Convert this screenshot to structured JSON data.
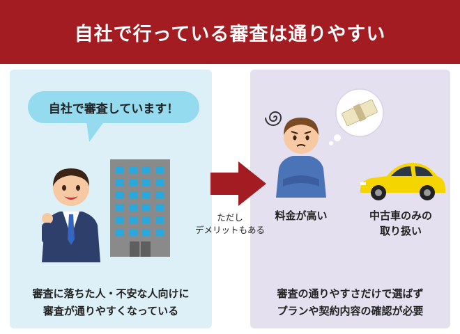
{
  "header": {
    "title": "自社で行っている審査は通りやすい"
  },
  "left": {
    "bubble_text": "自社で審査しています！",
    "caption_lines": [
      "審査に落ちた人・不安な人向けに",
      "審査が通りやすくなっている"
    ]
  },
  "arrow_note_lines": [
    "ただし",
    "デメリットもある"
  ],
  "right": {
    "fee_label": "料金が高い",
    "used_car_label_lines": [
      "中古車のみの",
      "取り扱い"
    ],
    "caption_lines": [
      "審査の通りやすさだけで選ばず",
      "プランや契約内容の確認が必要"
    ]
  },
  "colors": {
    "header_bg": "#a31c22",
    "left_panel": "#ddf0f8",
    "right_panel": "#e5e0f0",
    "bubble": "#94dbf0",
    "arrow": "#a31c22",
    "car": "#f5d500"
  }
}
